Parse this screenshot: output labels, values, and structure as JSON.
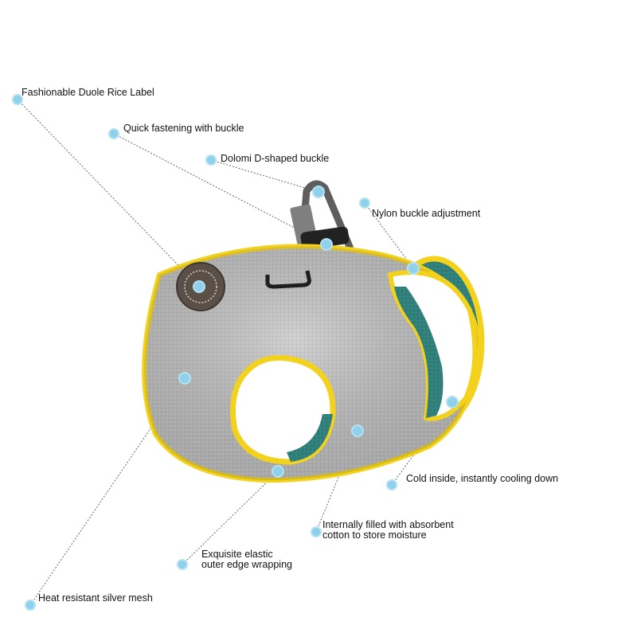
{
  "colors": {
    "mesh": "#bdbdbd",
    "trim": "#f2d21c",
    "lining": "#2f7d78",
    "strap": "#7d7d7d",
    "badge": "#5a5047",
    "marker": "#8fd0ea",
    "leader": "#555555"
  },
  "callouts": {
    "label": {
      "text": "Fashionable Duole Rice Label"
    },
    "quick_buckle": {
      "text": "Quick fastening with buckle"
    },
    "d_buckle": {
      "text": "Dolomi D-shaped buckle"
    },
    "nylon": {
      "text": "Nylon buckle adjustment"
    },
    "cooling": {
      "text": "Cold inside, instantly cooling down"
    },
    "filling": {
      "line1": "Internally filled with absorbent",
      "line2": "cotton to store moisture"
    },
    "edge": {
      "line1": "Exquisite elastic",
      "line2": "outer edge wrapping"
    },
    "mesh": {
      "text": "Heat resistant silver mesh"
    }
  }
}
